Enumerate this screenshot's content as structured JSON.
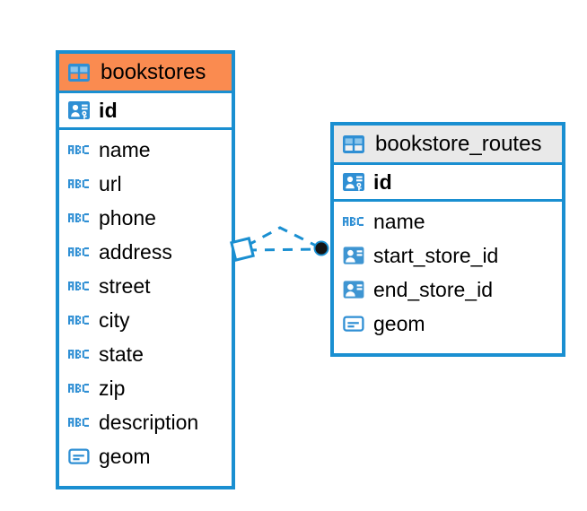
{
  "diagram": {
    "type": "entity-relationship-diagram",
    "background_color": "#ffffff",
    "accent_blue": "#1a8fd1",
    "accent_orange": "#fa8b50",
    "accent_gray": "#e9e9e9",
    "text_color": "#000000"
  },
  "entities": [
    {
      "name": "bookstores",
      "header_icon": "table-icon",
      "header_color": "#fa8b50",
      "primary_keys": [
        {
          "name": "id",
          "icon": "primary-key-icon",
          "type_hint": "key"
        }
      ],
      "fields": [
        {
          "name": "name",
          "icon": "text-abc-icon",
          "type_hint": "text"
        },
        {
          "name": "url",
          "icon": "text-abc-icon",
          "type_hint": "text"
        },
        {
          "name": "phone",
          "icon": "text-abc-icon",
          "type_hint": "text"
        },
        {
          "name": "address",
          "icon": "text-abc-icon",
          "type_hint": "text"
        },
        {
          "name": "street",
          "icon": "text-abc-icon",
          "type_hint": "text"
        },
        {
          "name": "city",
          "icon": "text-abc-icon",
          "type_hint": "text"
        },
        {
          "name": "state",
          "icon": "text-abc-icon",
          "type_hint": "text"
        },
        {
          "name": "zip",
          "icon": "text-abc-icon",
          "type_hint": "text"
        },
        {
          "name": "description",
          "icon": "text-abc-icon",
          "type_hint": "text"
        },
        {
          "name": "geom",
          "icon": "geometry-icon",
          "type_hint": "geometry"
        }
      ]
    },
    {
      "name": "bookstore_routes",
      "header_icon": "table-icon",
      "header_color": "#e9e9e9",
      "primary_keys": [
        {
          "name": "id",
          "icon": "primary-key-icon",
          "type_hint": "key"
        }
      ],
      "fields": [
        {
          "name": "name",
          "icon": "text-abc-icon",
          "type_hint": "text"
        },
        {
          "name": "start_store_id",
          "icon": "foreign-key-icon",
          "type_hint": "reference"
        },
        {
          "name": "end_store_id",
          "icon": "foreign-key-icon",
          "type_hint": "reference"
        },
        {
          "name": "geom",
          "icon": "geometry-icon",
          "type_hint": "geometry"
        }
      ]
    }
  ],
  "relationship": {
    "name": "bookstores-to-bookstore_routes",
    "style": "dashed",
    "color": "#1a8fd1",
    "source_marker": "diamond-outline",
    "target_marker": "filled-circle",
    "target_marker_color": "#141414",
    "branches": 2
  }
}
